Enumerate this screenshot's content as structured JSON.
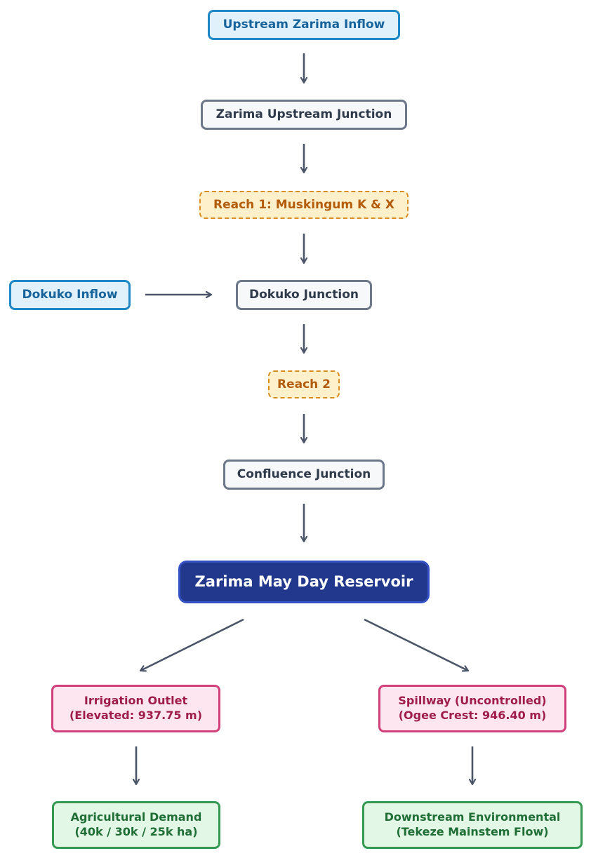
{
  "nodes": {
    "upstream_inflow": "Upstream Zarima Inflow",
    "upstream_junction": "Zarima Upstream Junction",
    "reach1": "Reach 1: Muskingum K & X",
    "dokuko_inflow": "Dokuko Inflow",
    "dokuko_junction": "Dokuko Junction",
    "reach2": "Reach 2",
    "confluence_junction": "Confluence Junction",
    "reservoir": "Zarima May Day Reservoir",
    "irrigation_outlet": {
      "line1": "Irrigation Outlet",
      "line2": "(Elevated: 937.75 m)"
    },
    "spillway": {
      "line1": "Spillway (Uncontrolled)",
      "line2": "(Ogee Crest: 946.40 m)"
    },
    "agricultural_demand": {
      "line1": "Agricultural Demand",
      "line2": "(40k / 30k / 25k ha)"
    },
    "downstream_environmental": {
      "line1": "Downstream Environmental",
      "line2": "(Tekeze Mainstem Flow)"
    }
  },
  "colors": {
    "arrow": "#4a5568",
    "inflow_border": "#1f87c4",
    "junction_border": "#6c7789",
    "reach_border": "#d98d1e",
    "reservoir_fill": "#22388c",
    "outlet_border": "#d1407b",
    "demand_border": "#349a52"
  }
}
